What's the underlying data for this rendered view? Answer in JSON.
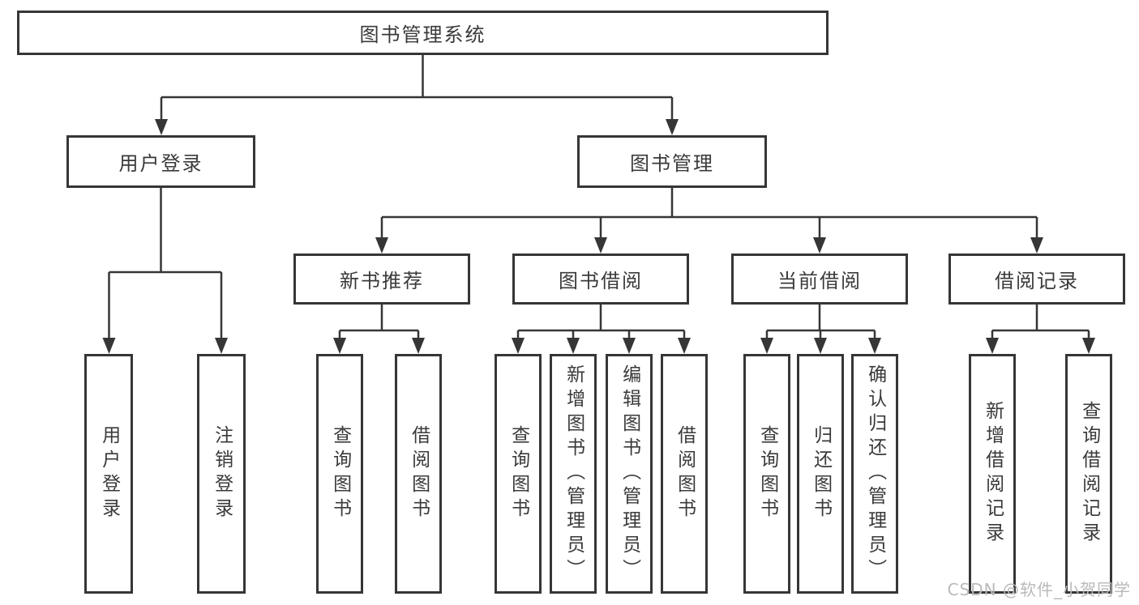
{
  "diagram": {
    "root": "图书管理系统",
    "level2": [
      "用户登录",
      "图书管理"
    ],
    "level3": [
      "新书推荐",
      "图书借阅",
      "当前借阅",
      "借阅记录"
    ],
    "leaves": {
      "user_login": [
        "用户登录",
        "注销登录"
      ],
      "new_book_recommend": [
        "查询图书",
        "借阅图书"
      ],
      "book_borrow": [
        "查询图书",
        "新增图书（管理员）",
        "编辑图书（管理员）",
        "借阅图书"
      ],
      "current_borrow": [
        "查询图书",
        "归还图书",
        "确认归还（管理员）"
      ],
      "borrow_records": [
        "新增借阅记录",
        "查询借阅记录"
      ]
    }
  },
  "watermark": {
    "text": "CSDN @软件_小贺同学"
  },
  "colors": {
    "line": "#363636",
    "text": "#3a3a3a",
    "watermark": "#b9b9b9",
    "background": "#ffffff"
  }
}
